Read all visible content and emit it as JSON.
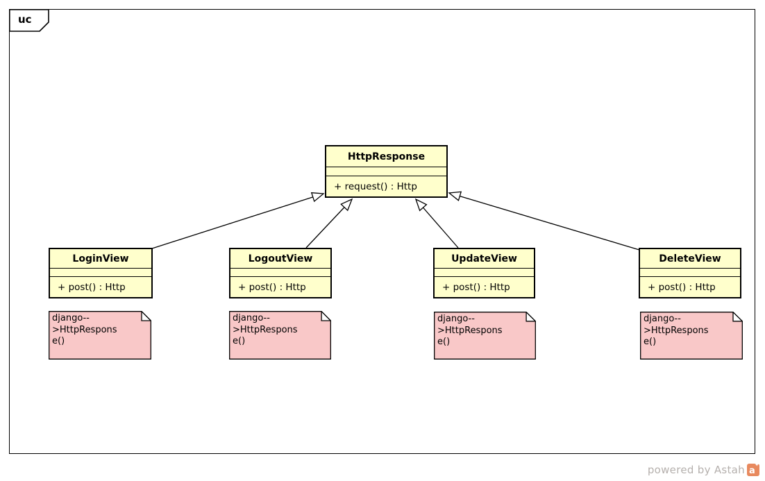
{
  "frame": {
    "label": "uc"
  },
  "superclass": {
    "name": "HttpResponse",
    "operation": "+ request() : Http"
  },
  "classes": [
    {
      "name": "LoginView",
      "operation": "+ post() : Http"
    },
    {
      "name": "LogoutView",
      "operation": "+ post() : Http"
    },
    {
      "name": "UpdateView",
      "operation": "+ post() : Http"
    },
    {
      "name": "DeleteView",
      "operation": "+ post() : Http"
    }
  ],
  "notes": [
    {
      "text": "django--\n>HttpRespons\ne()"
    },
    {
      "text": "django--\n>HttpRespons\ne()"
    },
    {
      "text": "django--\n>HttpRespons\ne()"
    },
    {
      "text": "django--\n>HttpRespons\ne()"
    }
  ],
  "connectors": [
    {
      "from": "LoginView",
      "to": "HttpResponse",
      "type": "generalization"
    },
    {
      "from": "LogoutView",
      "to": "HttpResponse",
      "type": "generalization"
    },
    {
      "from": "UpdateView",
      "to": "HttpResponse",
      "type": "generalization"
    },
    {
      "from": "DeleteView",
      "to": "HttpResponse",
      "type": "generalization"
    }
  ],
  "watermark": {
    "text": "powered by Astah",
    "logo_letter": "a",
    "sparkle": "✦"
  },
  "colors": {
    "class_fill": "#FFFFCC",
    "note_fill": "#F9C8C8",
    "border": "#000000",
    "watermark_text": "#B5B0AD",
    "logo_orange": "#E8895E"
  }
}
